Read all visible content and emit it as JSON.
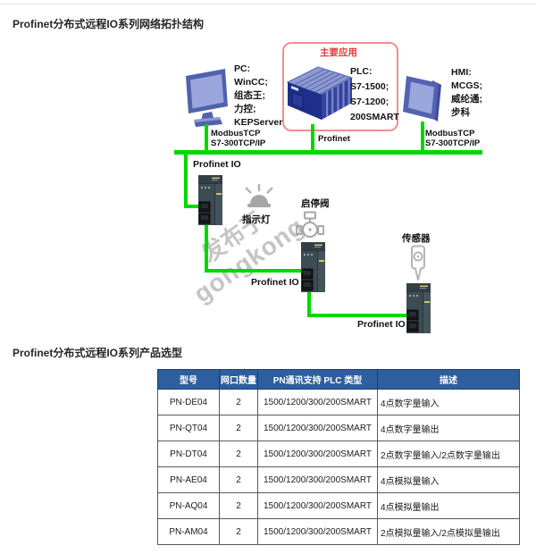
{
  "colors": {
    "bus_green": "#00d800",
    "table_header_blue": "#2e5e9e",
    "highlight_red": "#e63b3b",
    "red_box_border": "#ef8f8f",
    "device_navy": "#1f2e88",
    "io_module_body": "#3d4b53"
  },
  "icons": {
    "pc": "desktop-monitor-icon",
    "plc": "plc-rack-icon",
    "hmi": "hmi-panel-icon",
    "io": "io-module-icon",
    "lamp": "indicator-lamp-icon",
    "valve": "valve-icon",
    "sensor": "sensor-icon"
  },
  "topology": {
    "title": "Profinet分布式远程IO系列网络拓扑结构",
    "main_app_label": "主要应用",
    "pc_lines": [
      "PC:",
      "WinCC;",
      "组态王;",
      "力控;",
      "KEPServer"
    ],
    "plc_lines": [
      "PLC:",
      "S7-1500;",
      "S7-1200;",
      "200SMART"
    ],
    "hmi_lines": [
      "HMI:",
      "MCGS;",
      "威纶通;",
      "步科"
    ],
    "pc_link": [
      "ModbusTCP",
      "S7-300TCP/IP"
    ],
    "plc_link": "Profinet",
    "hmi_link": [
      "ModbusTCP",
      "S7-300TCP/IP"
    ],
    "io_labels": [
      "Profinet IO",
      "Profinet IO",
      "Profinet IO"
    ],
    "lamp_label": "指示灯",
    "valve_label": "启停阀",
    "sensor_label": "传感器",
    "watermark": [
      "发布于",
      "gongkong"
    ]
  },
  "selection": {
    "title": "Profinet分布式远程IO系列产品选型",
    "table": {
      "headers": [
        "型号",
        "网口数量",
        "PN通讯支持 PLC 类型",
        "描述"
      ],
      "rows": [
        [
          "PN-DE04",
          "2",
          "1500/1200/300/200SMART",
          "4点数字量输入"
        ],
        [
          "PN-QT04",
          "2",
          "1500/1200/300/200SMART",
          "4点数字量输出"
        ],
        [
          "PN-DT04",
          "2",
          "1500/1200/300/200SMART",
          "2点数字量输入/2点数字量输出"
        ],
        [
          "PN-AE04",
          "2",
          "1500/1200/300/200SMART",
          "4点模拟量输入"
        ],
        [
          "PN-AQ04",
          "2",
          "1500/1200/300/200SMART",
          "4点模拟量输出"
        ],
        [
          "PN-AM04",
          "2",
          "1500/1200/300/200SMART",
          "2点模拟量输入/2点模拟量输出"
        ]
      ]
    }
  }
}
